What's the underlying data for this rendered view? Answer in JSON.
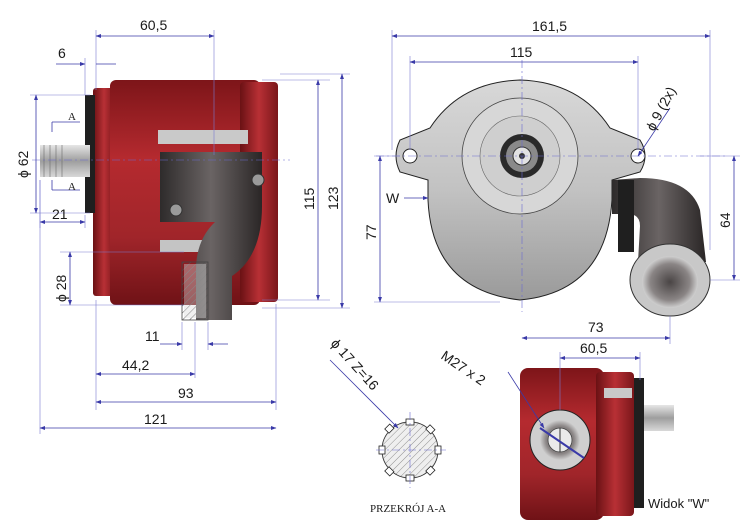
{
  "drawing": {
    "side_view": {
      "dim_60_5": "60,5",
      "dim_6": "6",
      "dim_d62": "ϕ 62",
      "dim_21": "21",
      "dim_d28": "ϕ 28",
      "dim_115": "115",
      "dim_123": "123",
      "dim_11": "11",
      "dim_44_2": "44,2",
      "dim_93": "93",
      "dim_121": "121",
      "section_mark_top": "A",
      "section_mark_bottom": "A"
    },
    "front_view": {
      "dim_161_5": "161,5",
      "dim_115": "115",
      "dim_hole": "ϕ 9 (2x)",
      "view_marker": "W",
      "dim_77": "77",
      "dim_64": "64",
      "dim_73": "73"
    },
    "section": {
      "dim_spline": "ϕ 17  Z=16",
      "caption": "PRZEKRÓJ A-A"
    },
    "view_w": {
      "thread": "M27 x 2",
      "dim_60_5": "60,5",
      "caption": "Widok \"W\""
    },
    "colors": {
      "body_red": "#9c1f24",
      "dimension_blue": "#3a3aa8",
      "casting_grey": "#b8b8b8"
    }
  }
}
